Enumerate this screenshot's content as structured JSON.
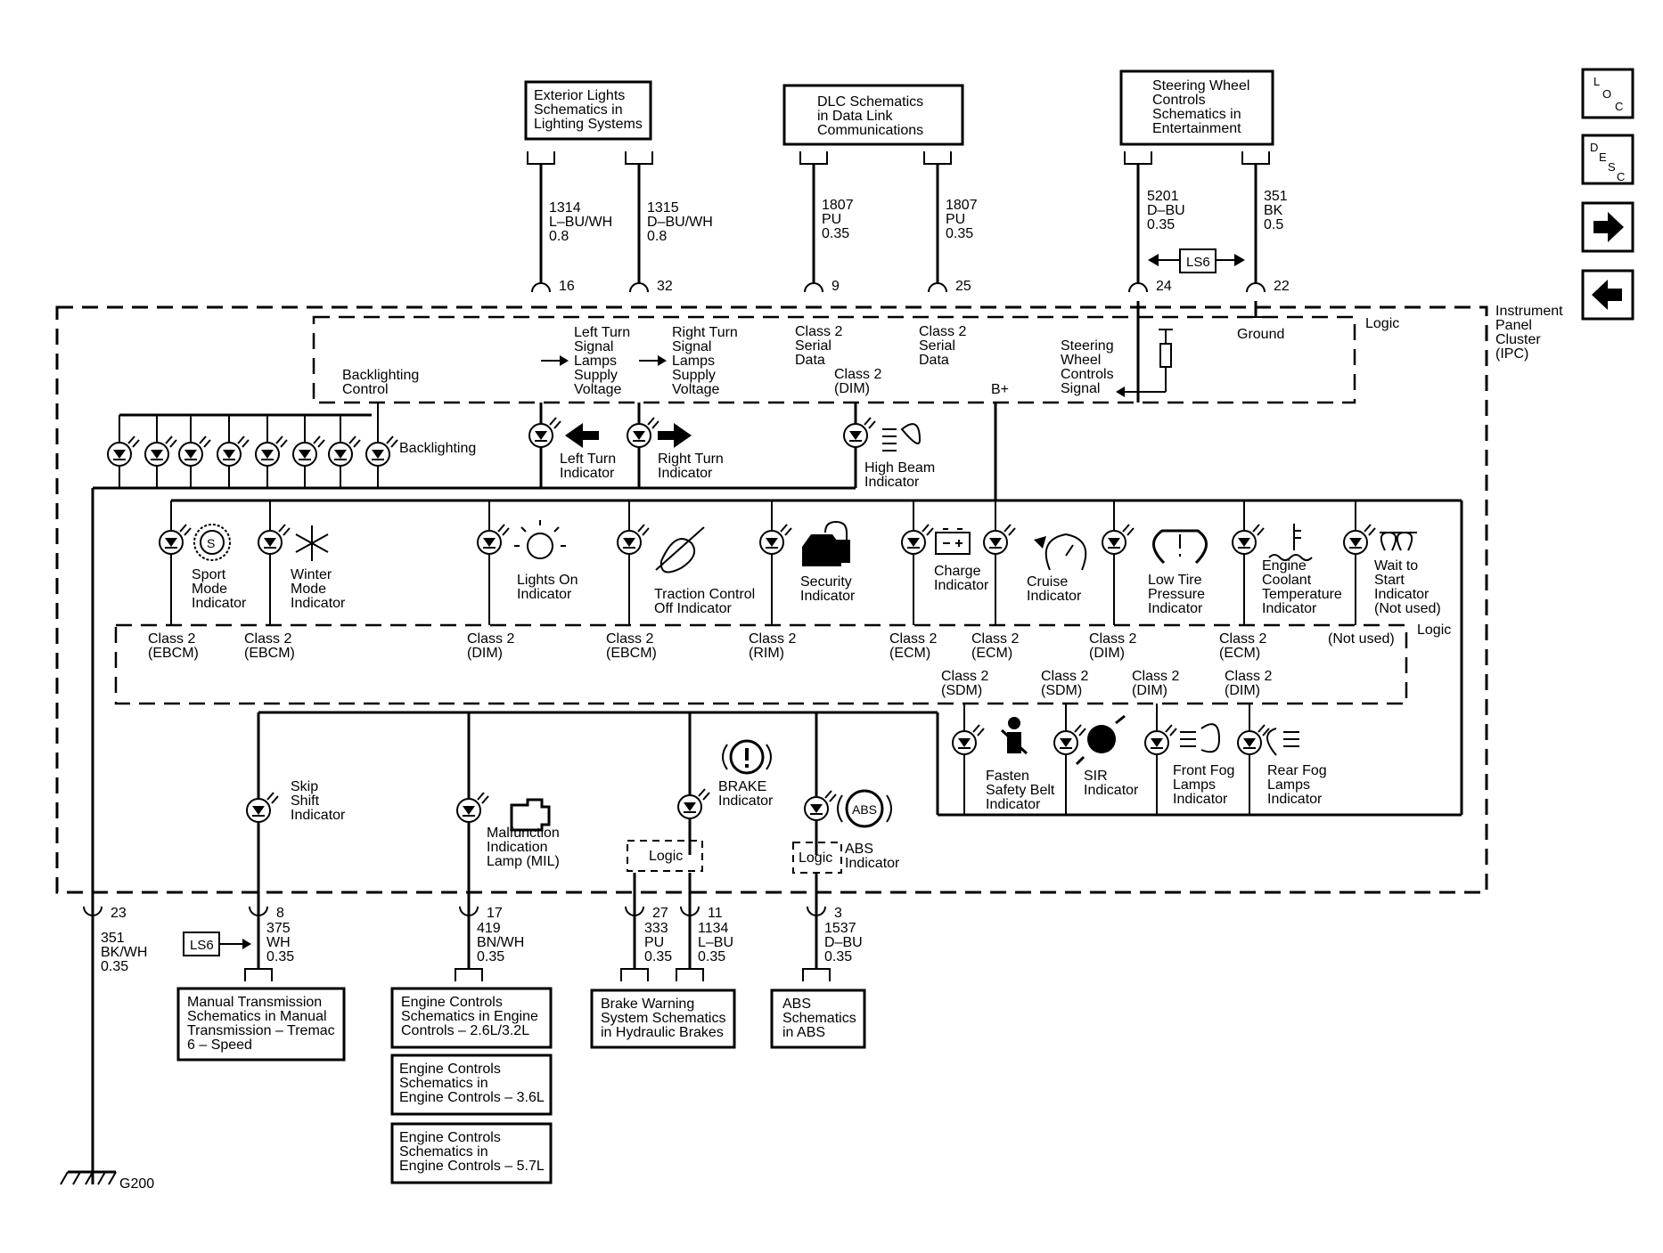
{
  "refs": {
    "exterior_lights": [
      "Exterior Lights",
      "Schematics in",
      "Lighting Systems"
    ],
    "dlc": [
      "DLC Schematics",
      "in Data Link",
      "Communications"
    ],
    "steering_controls": [
      "Steering Wheel",
      "Controls",
      "Schematics in",
      "Entertainment"
    ],
    "manual_trans": [
      "Manual Transmission",
      "Schematics in Manual",
      "Transmission – Tremac",
      "6 – Speed"
    ],
    "engine_26": [
      "Engine Controls",
      "Schematics in Engine",
      "Controls – 2.6L/3.2L"
    ],
    "engine_36": [
      "Engine Controls",
      "Schematics in",
      "Engine Controls – 3.6L"
    ],
    "engine_57": [
      "Engine Controls",
      "Schematics in",
      "Engine Controls – 5.7L"
    ],
    "brake_warning": [
      "Brake Warning",
      "System Schematics",
      "in Hydraulic Brakes"
    ],
    "abs": [
      "ABS",
      "Schematics",
      "in ABS"
    ]
  },
  "nav": {
    "loc": "LOC",
    "desc": "DESC",
    "forward_icon": "arrow-right-icon",
    "back_icon": "arrow-left-icon"
  },
  "wires": {
    "w1314": [
      "1314",
      "L–BU/WH",
      "0.8"
    ],
    "w1315": [
      "1315",
      "D–BU/WH",
      "0.8"
    ],
    "w1807a": [
      "1807",
      "PU",
      "0.35"
    ],
    "w1807b": [
      "1807",
      "PU",
      "0.35"
    ],
    "w5201": [
      "5201",
      "D–BU",
      "0.35"
    ],
    "w351top": [
      "351",
      "BK",
      "0.5"
    ],
    "w351": [
      "351",
      "BK/WH",
      "0.35"
    ],
    "w375": [
      "375",
      "WH",
      "0.35"
    ],
    "w419": [
      "419",
      "BN/WH",
      "0.35"
    ],
    "w333": [
      "333",
      "PU",
      "0.35"
    ],
    "w1134": [
      "1134",
      "L–BU",
      "0.35"
    ],
    "w1537": [
      "1537",
      "D–BU",
      "0.35"
    ]
  },
  "pins": {
    "p16": "16",
    "p32": "32",
    "p9": "9",
    "p25": "25",
    "p24": "24",
    "p22": "22",
    "p23": "23",
    "p8": "8",
    "p17": "17",
    "p27": "27",
    "p11": "11",
    "p3": "3"
  },
  "ls6": "LS6",
  "ipc_label": [
    "Instrument",
    "Panel",
    "Cluster",
    "(IPC)"
  ],
  "logic": "Logic",
  "ground_label": "Ground",
  "ground_point": "G200",
  "bplus": "B+",
  "top_logic": {
    "backlighting_control": [
      "Backlighting",
      "Control"
    ],
    "left_turn_supply": [
      "Left Turn",
      "Signal",
      "Lamps",
      "Supply",
      "Voltage"
    ],
    "right_turn_supply": [
      "Right Turn",
      "Signal",
      "Lamps",
      "Supply",
      "Voltage"
    ],
    "class2_a": [
      "Class 2",
      "Serial",
      "Data"
    ],
    "class2_b": [
      "Class 2",
      "Serial",
      "Data"
    ],
    "class2_dim": [
      "Class 2",
      "(DIM)"
    ],
    "steering_signal": [
      "Steering",
      "Wheel",
      "Controls",
      "Signal"
    ]
  },
  "backlighting": "Backlighting",
  "indicators": {
    "left_turn": [
      "Left Turn",
      "Indicator"
    ],
    "right_turn": [
      "Right Turn",
      "Indicator"
    ],
    "high_beam": [
      "High Beam",
      "Indicator"
    ],
    "sport_mode": [
      "Sport",
      "Mode",
      "Indicator"
    ],
    "winter_mode": [
      "Winter",
      "Mode",
      "Indicator"
    ],
    "lights_on": [
      "Lights On",
      "Indicator"
    ],
    "traction_off": [
      "Traction Control",
      "Off Indicator"
    ],
    "security": [
      "Security",
      "Indicator"
    ],
    "charge": [
      "Charge",
      "Indicator"
    ],
    "cruise": [
      "Cruise",
      "Indicator"
    ],
    "low_tire": [
      "Low Tire",
      "Pressure",
      "Indicator"
    ],
    "coolant": [
      "Engine",
      "Coolant",
      "Temperature",
      "Indicator"
    ],
    "wait_start": [
      "Wait to",
      "Start",
      "Indicator",
      "(Not used)"
    ],
    "fasten_belt": [
      "Fasten",
      "Safety Belt",
      "Indicator"
    ],
    "sir": [
      "SIR",
      "Indicator"
    ],
    "front_fog": [
      "Front Fog",
      "Lamps",
      "Indicator"
    ],
    "rear_fog": [
      "Rear Fog",
      "Lamps",
      "Indicator"
    ],
    "skip_shift": [
      "Skip",
      "Shift",
      "Indicator"
    ],
    "mil": [
      "Malfunction",
      "Indication",
      "Lamp (MIL)"
    ],
    "brake": [
      "BRAKE",
      "Indicator"
    ],
    "abs": [
      "ABS",
      "Indicator"
    ]
  },
  "icon_text": {
    "sport": "S",
    "abs": "ABS"
  },
  "class2_row1": [
    [
      "Class 2",
      "(EBCM)"
    ],
    [
      "Class 2",
      "(EBCM)"
    ],
    [
      "Class 2",
      "(DIM)"
    ],
    [
      "Class 2",
      "(EBCM)"
    ],
    [
      "Class 2",
      "(RIM)"
    ],
    [
      "Class 2",
      "(ECM)"
    ],
    [
      "Class 2",
      "(ECM)"
    ],
    [
      "Class 2",
      "(DIM)"
    ],
    [
      "Class 2",
      "(ECM)"
    ],
    [
      "(Not used)"
    ]
  ],
  "class2_row2": [
    [
      "Class 2",
      "(SDM)"
    ],
    [
      "Class 2",
      "(SDM)"
    ],
    [
      "Class 2",
      "(DIM)"
    ],
    [
      "Class 2",
      "(DIM)"
    ]
  ]
}
